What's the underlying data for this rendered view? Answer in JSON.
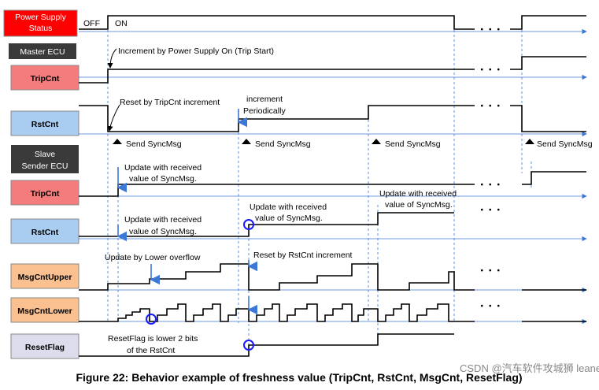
{
  "labels": {
    "power_supply": "Power Supply Status",
    "master_ecu": "Master ECU",
    "master_tripcnt": "TripCnt",
    "master_rstcnt": "RstCnt",
    "slave_ecu": "Slave Sender ECU",
    "slave_tripcnt": "TripCnt",
    "slave_rstcnt": "RstCnt",
    "msgcntupper": "MsgCntUpper",
    "msgcntlower": "MsgCntLower",
    "resetflag": "ResetFlag"
  },
  "state": {
    "off": "OFF",
    "on": "ON"
  },
  "annotations": {
    "increment_power_on": "Increment by Power Supply On (Trip Start)",
    "reset_by_tripcnt": "Reset by TripCnt increment",
    "increment": "increment",
    "periodically": "Periodically",
    "send_syncmsg": "Send SyncMsg",
    "update_received_1": "Update with received",
    "value_syncmsg": "value of SyncMsg.",
    "update_lower_overflow": "Update by Lower overflow",
    "reset_by_rstcnt": "Reset by RstCnt increment",
    "resetflag_note_1": "ResetFlag is lower 2 bits",
    "resetflag_note_2": "of the RstCnt",
    "dots": "・・・"
  },
  "caption": "Figure 22: Behavior example of freshness value (TripCnt, RstCnt, MsgCnt, ResetFlag)",
  "watermark": "CSDN @汽车软件攻城狮 leaner",
  "colors": {
    "red_label": "#ff0000",
    "pink_label": "#f47c7c",
    "blue_label": "#a9cdf0",
    "orange_label": "#fac08f",
    "lavender_label": "#dcdcec",
    "dark_label": "#3a3a3a",
    "axis_blue": "#3c78d8",
    "marker_blue": "#1a1aff"
  }
}
